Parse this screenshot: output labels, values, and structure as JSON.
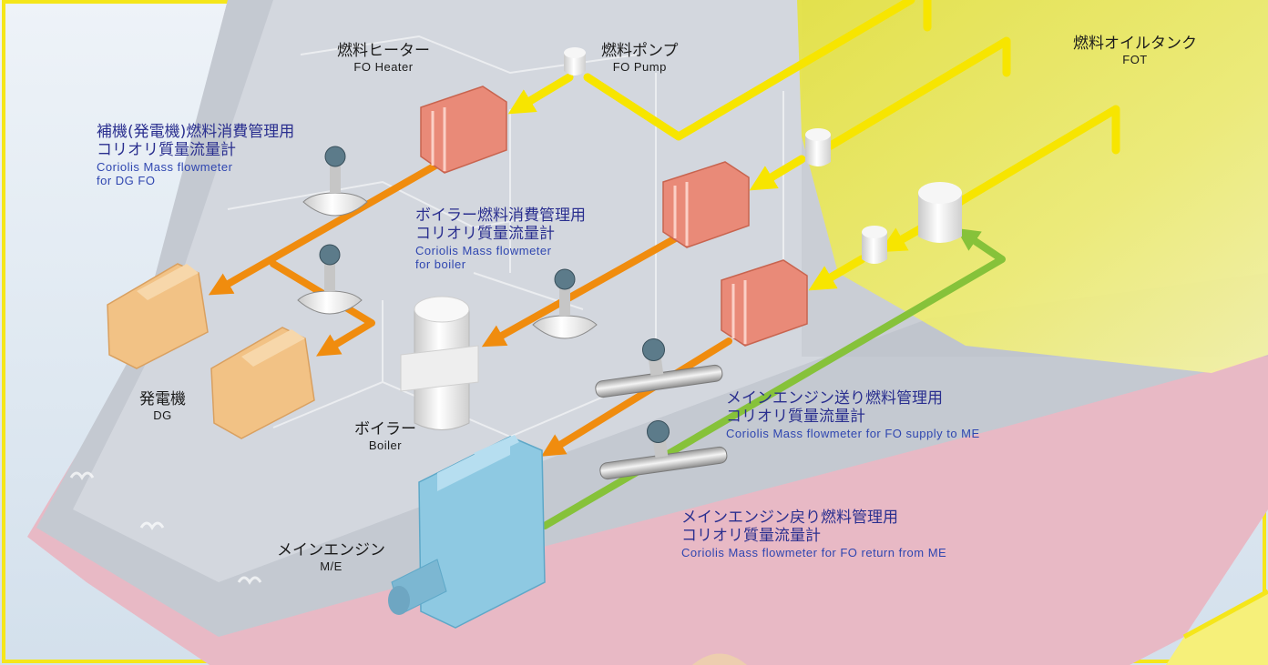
{
  "colors": {
    "background": "#dfe8f1",
    "frame_yellow": "#f5e61a",
    "ship_hull": "#c9ced6",
    "ship_deck": "#d6dbe2",
    "keel_pink": "#e6b8c4",
    "fuel_tank": "#e0dc3c",
    "fuel_supply_line": "#f7e500",
    "dg_boiler_line": "#f08c0e",
    "return_line": "#86c23a",
    "heater": "#e98a78",
    "generator": "#f2c285",
    "main_engine": "#8ec9e2",
    "label_blue": "#2a2f8f"
  },
  "labels": {
    "fo_heater": {
      "jp": "燃料ヒーター",
      "en": "FO Heater",
      "icon": "heater-icon"
    },
    "fo_pump": {
      "jp": "燃料ポンプ",
      "en": "FO Pump",
      "icon": "pump-icon"
    },
    "fot": {
      "jp": "燃料オイルタンク",
      "en": "FOT",
      "icon": "tank-icon"
    },
    "dg_flow": {
      "jp1": "補機(発電機)燃料消費管理用",
      "jp2": "コリオリ質量流量計",
      "en1": "Coriolis Mass flowmeter",
      "en2": "for DG FO",
      "icon": "coriolis-flowmeter-icon"
    },
    "boiler_flow": {
      "jp1": "ボイラー燃料消費管理用",
      "jp2": "コリオリ質量流量計",
      "en1": "Coriolis Mass flowmeter",
      "en2": "for boiler",
      "icon": "coriolis-flowmeter-icon"
    },
    "generator": {
      "jp": "発電機",
      "en": "DG",
      "icon": "generator-icon"
    },
    "boiler": {
      "jp": "ボイラー",
      "en": "Boiler",
      "icon": "boiler-icon"
    },
    "me_supply_flow": {
      "jp1": "メインエンジン送り燃料管理用",
      "jp2": "コリオリ質量流量計",
      "en": "Coriolis Mass flowmeter for FO supply to ME",
      "icon": "coriolis-flowmeter-icon"
    },
    "me_return_flow": {
      "jp1": "メインエンジン戻り燃料管理用",
      "jp2": "コリオリ質量流量計",
      "en": "Coriolis Mass flowmeter for FO return from ME",
      "icon": "coriolis-flowmeter-icon"
    },
    "main_engine": {
      "jp": "メインエンジン",
      "en": "M/E",
      "icon": "engine-icon"
    }
  }
}
